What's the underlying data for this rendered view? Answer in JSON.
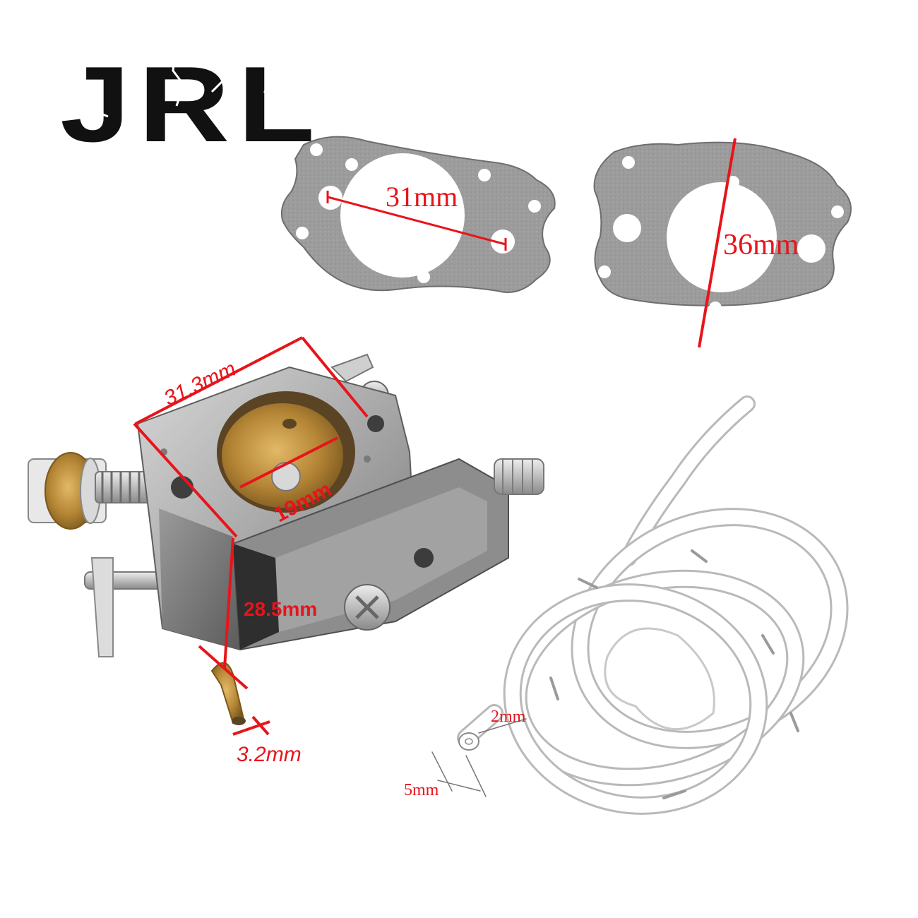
{
  "brand": {
    "logo_text": "JRL"
  },
  "gaskets": {
    "left": {
      "dimension": "31mm"
    },
    "right": {
      "dimension": "36mm"
    }
  },
  "carburetor": {
    "width_dimension": "31.3mm",
    "bore_dimension": "19mm",
    "height_dimension": "28.5mm",
    "nozzle_dimension": "3.2mm"
  },
  "fuel_line": {
    "inner_dimension": "2mm",
    "outer_dimension": "5mm"
  },
  "colors": {
    "dimension_line": "#e8141b",
    "gasket": "#9a9a9a",
    "aluminum": "#a9a9a9",
    "brass": "#b8893a",
    "logo": "#111111"
  }
}
